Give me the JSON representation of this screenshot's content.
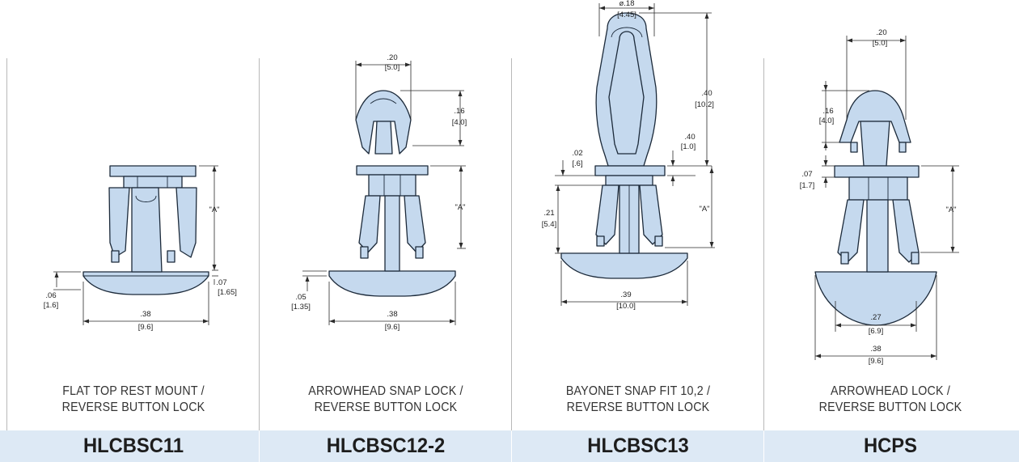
{
  "colors": {
    "part_fill": "#c5d9ee",
    "part_stroke": "#1c2a3a",
    "band": "#dde9f5",
    "divider": "#b9b9b9"
  },
  "products": [
    {
      "part_number": "HLCBSC11",
      "description": [
        "FLAT TOP REST MOUNT /",
        "REVERSE BUTTON LOCK"
      ],
      "dims": {
        "a": "\"A\"",
        "d07": ".07",
        "d07m": "[1.65]",
        "d06": ".06",
        "d06m": "[1.6]",
        "d38": ".38",
        "d38m": "[9.6]"
      }
    },
    {
      "part_number": "HLCBSC12-2",
      "description": [
        "ARROWHEAD SNAP LOCK /",
        "REVERSE BUTTON LOCK"
      ],
      "dims": {
        "d20": ".20",
        "d20m": "[5.0]",
        "d16": ".16",
        "d16m": "[4.0]",
        "a": "\"A\"",
        "d05": ".05",
        "d05m": "[1.35]",
        "d38": ".38",
        "d38m": "[9.6]"
      }
    },
    {
      "part_number": "HLCBSC13",
      "description": [
        "BAYONET SNAP FIT 10,2 /",
        "REVERSE BUTTON LOCK"
      ],
      "dims": {
        "d18": "ø.18",
        "d18m": "[4.45]",
        "d40a": ".40",
        "d40am": "[10.2]",
        "d40b": ".40",
        "d40bm": "[1.0]",
        "d02": ".02",
        "d02m": "[.6]",
        "d21": ".21",
        "d21m": "[5.4]",
        "a": "\"A\"",
        "d39": ".39",
        "d39m": "[10.0]"
      }
    },
    {
      "part_number": "HCPS",
      "description": [
        "ARROWHEAD LOCK /",
        "REVERSE BUTTON LOCK"
      ],
      "dims": {
        "d20": ".20",
        "d20m": "[5.0]",
        "d16": ".16",
        "d16m": "[4.0]",
        "d07": ".07",
        "d07m": "[1.7]",
        "a": "\"A\"",
        "d27": ".27",
        "d27m": "[6.9]",
        "d38": ".38",
        "d38m": "[9.6]"
      }
    }
  ]
}
